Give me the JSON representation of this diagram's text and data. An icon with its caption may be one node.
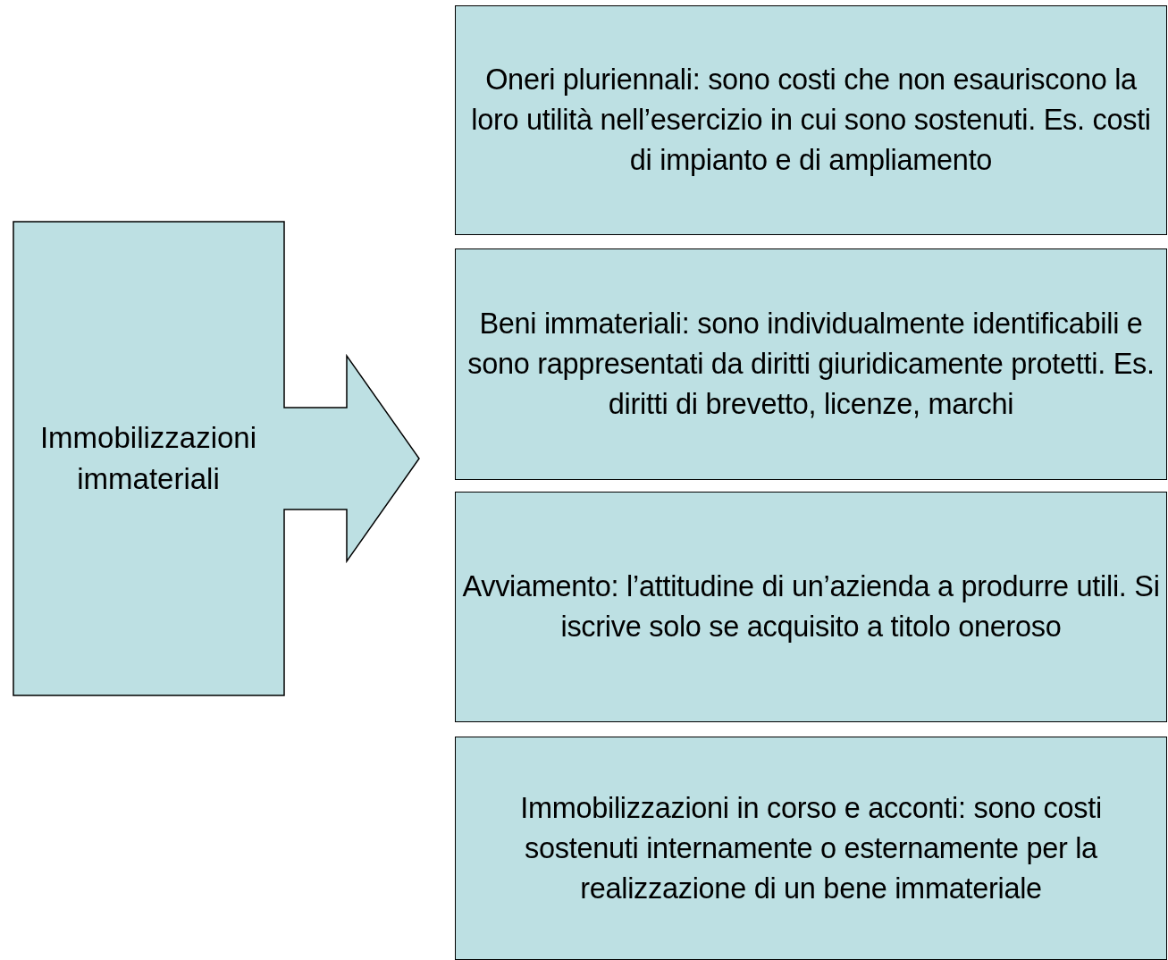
{
  "diagram": {
    "nodes": [
      {
        "text": [
          "Immobilizzazioni immateriali"
        ]
      },
      {
        "text": [
          "Oneri pluriennali: sono costi che non esauriscono la loro utilità nell’esercizio in cui sono sostenuti. Es. costi di impianto e di ampliamento"
        ]
      },
      {
        "text": [
          "Beni immateriali: sono individualmente identificabili e sono rappresentati da diritti giuridicamente protetti. Es. diritti di brevetto, licenze, marchi"
        ]
      },
      {
        "text": [
          "Avviamento: l’attitudine di un’azienda a produrre utili. Si iscrive solo se acquisito a titolo oneroso"
        ]
      },
      {
        "text": [
          "Immobilizzazioni in corso e acconti: sono costi sostenuti internamente o esternamente per la realizzazione di un bene immateriale"
        ]
      }
    ]
  }
}
